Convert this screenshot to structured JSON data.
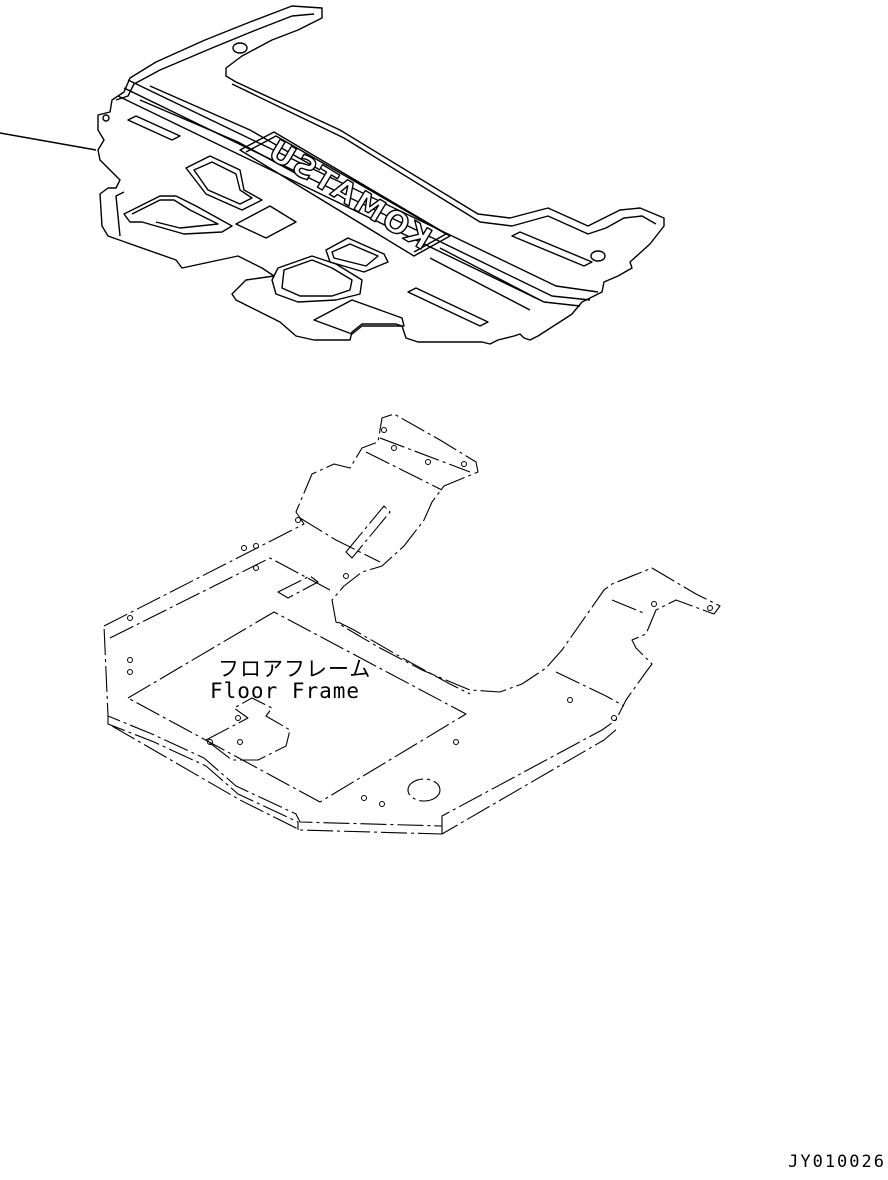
{
  "diagram": {
    "part_label_jp": "フロアフレーム",
    "part_label_en": "Floor Frame",
    "drawing_number": "JY010026",
    "logo_text": "KOMATSU"
  },
  "parts": [
    {
      "id": "floor-mat",
      "icon": "floor-mat-part"
    },
    {
      "id": "floor-frame",
      "icon": "floor-frame-part"
    }
  ]
}
